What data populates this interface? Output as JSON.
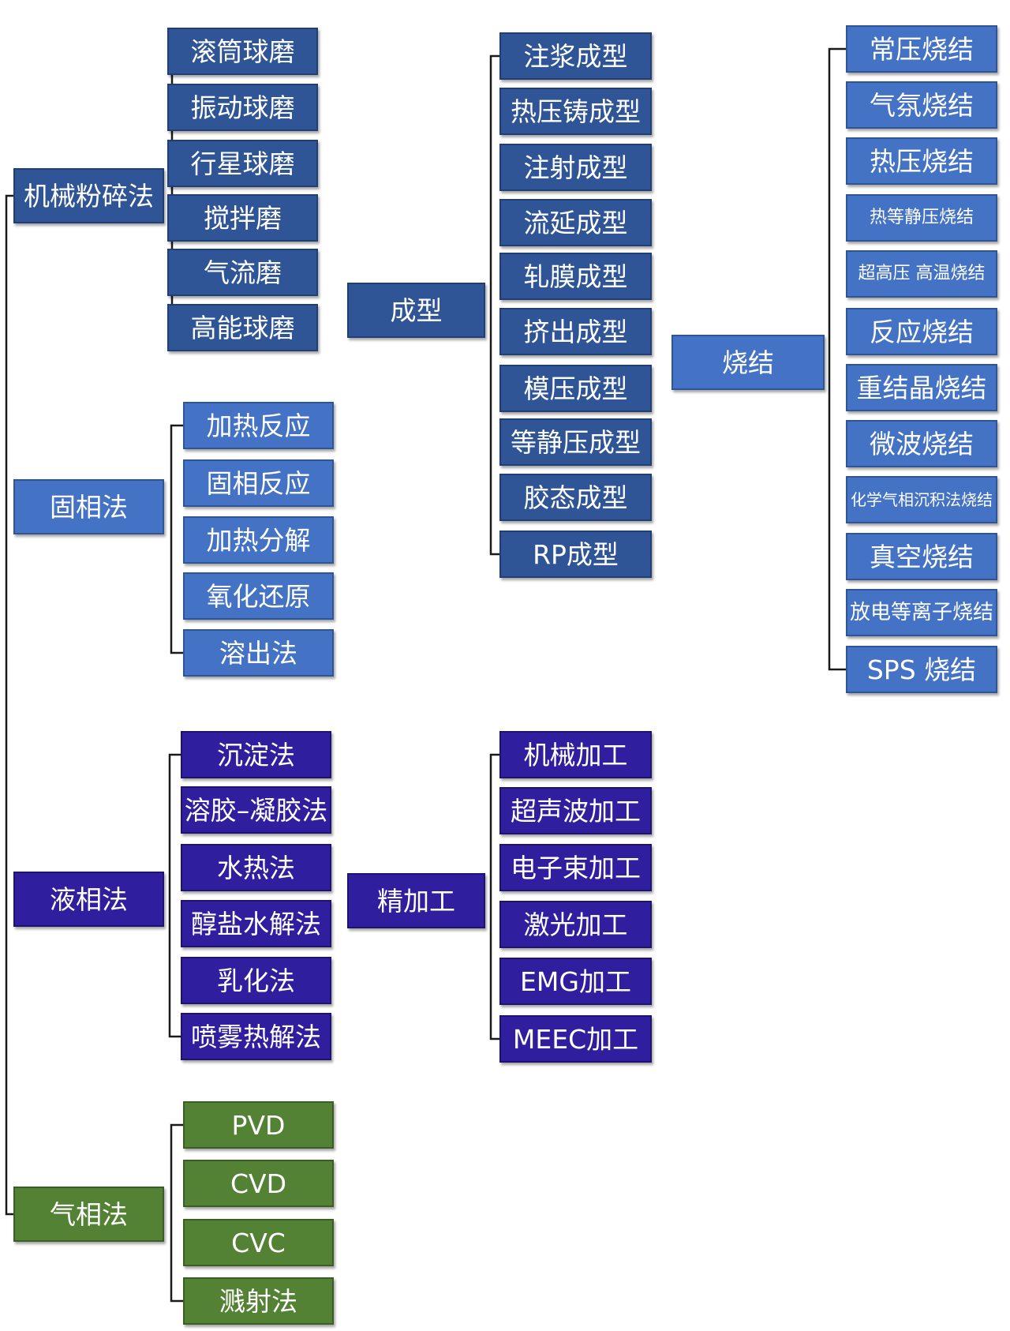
{
  "colors": {
    "blue": "#2f5597",
    "light_blue": "#4472c4",
    "violet": "#2f1f9e",
    "green": "#548235",
    "connector": "#1a1a1a"
  },
  "groups": {
    "mechanical": {
      "label": "机械粉碎法",
      "items": [
        "滚筒球磨",
        "振动球磨",
        "行星球磨",
        "搅拌磨",
        "气流磨",
        "高能球磨"
      ]
    },
    "solid": {
      "label": "固相法",
      "items": [
        "加热反应",
        "固相反应",
        "加热分解",
        "氧化还原",
        "溶出法"
      ]
    },
    "liquid": {
      "label": "液相法",
      "items": [
        "沉淀法",
        "溶胶–凝胶法",
        "水热法",
        "醇盐水解法",
        "乳化法",
        "喷雾热解法"
      ]
    },
    "gas": {
      "label": "气相法",
      "items": [
        "PVD",
        "CVD",
        "CVC",
        "溅射法"
      ]
    },
    "forming": {
      "label": "成型",
      "items": [
        "注浆成型",
        "热压铸成型",
        "注射成型",
        "流延成型",
        "轧膜成型",
        "挤出成型",
        "模压成型",
        "等静压成型",
        "胶态成型",
        "RP成型"
      ]
    },
    "machining": {
      "label": "精加工",
      "items": [
        "机械加工",
        "超声波加工",
        "电子束加工",
        "激光加工",
        "EMG加工",
        "MEEC加工"
      ]
    },
    "sintering": {
      "label": "烧结",
      "items": [
        "常压烧结",
        "气氛烧结",
        "热压烧结",
        "热等静压烧结",
        "超高压 高温烧结",
        "反应烧结",
        "重结晶烧结",
        "微波烧结",
        "化学气相沉积法烧结",
        "真空烧结",
        "放电等离子烧结",
        "SPS 烧结"
      ]
    }
  }
}
